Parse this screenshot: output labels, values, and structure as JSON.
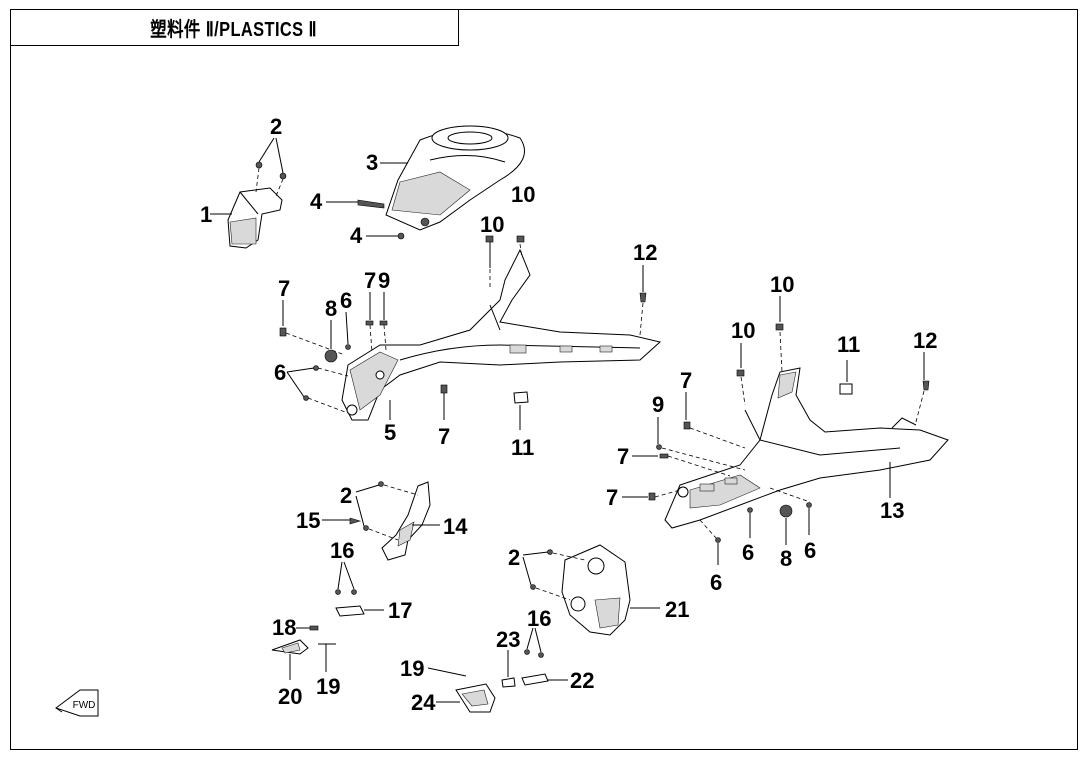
{
  "title": "塑料件 Ⅱ/PLASTICS Ⅱ",
  "fwd_label": "FWD",
  "callouts": {
    "c1": "1",
    "c2a": "2",
    "c3": "3",
    "c4a": "4",
    "c4b": "4",
    "c7a": "7",
    "c8a": "8",
    "c6a": "6",
    "c7b": "7",
    "c9a": "9",
    "c10a": "10",
    "c10b": "10",
    "c12a": "12",
    "c6b": "6",
    "c5": "5",
    "c7c": "7",
    "c11a": "11",
    "c10c": "10",
    "c10d": "10",
    "c11b": "11",
    "c12b": "12",
    "c7d": "7",
    "c9b": "9",
    "c7e": "7",
    "c7f": "7",
    "c13": "13",
    "c6c": "6",
    "c8b": "8",
    "c6d": "6",
    "c6e": "6",
    "c2b": "2",
    "c15": "15",
    "c14": "14",
    "c16a": "16",
    "c17": "17",
    "c18": "18",
    "c20": "20",
    "c19a": "19",
    "c2c": "2",
    "c21": "21",
    "c16b": "16",
    "c23": "23",
    "c22": "22",
    "c19b": "19",
    "c24": "24"
  }
}
